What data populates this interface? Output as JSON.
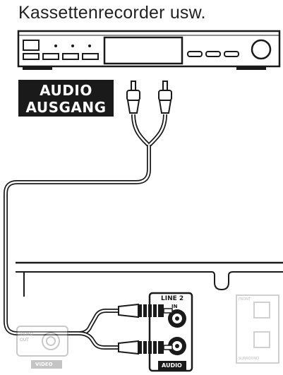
{
  "title": "Kassettenrecorder usw.",
  "badge": {
    "line1": "AUDIO",
    "line2": "AUSGANG"
  },
  "panel": {
    "line_label": "LINE 2",
    "in_label": "IN",
    "audio_label": "AUDIO",
    "video_out_label": "VIDEO\nOUT",
    "video_label": "VIDEO",
    "front_label": "FRONT",
    "surround_label": "SURROUND"
  }
}
